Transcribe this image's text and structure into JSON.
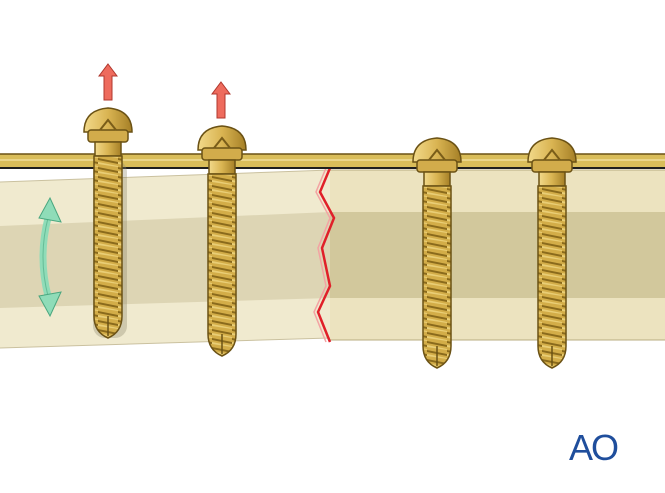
{
  "scene": {
    "screws": [
      {
        "id": "screw-1",
        "state": "backing-out"
      },
      {
        "id": "screw-2",
        "state": "backing-out"
      },
      {
        "id": "screw-3",
        "state": "seated"
      },
      {
        "id": "screw-4",
        "state": "seated"
      }
    ],
    "arrows": {
      "pull_out": "up-arrow-icon",
      "motion": "double-headed-curved-arrow-icon"
    },
    "logo_text": "AO"
  },
  "colors": {
    "background": "#ffffff",
    "plate": "#d9bd5a",
    "bone_cortex": "#ece3bf",
    "bone_canal": "#d2c89c",
    "screw_gold": "#c9a23c",
    "fracture_line": "#e0202a",
    "pull_arrow": "#ee6b5d",
    "motion_arrow": "#8fdcb8",
    "logo": "#1f4e9c"
  }
}
